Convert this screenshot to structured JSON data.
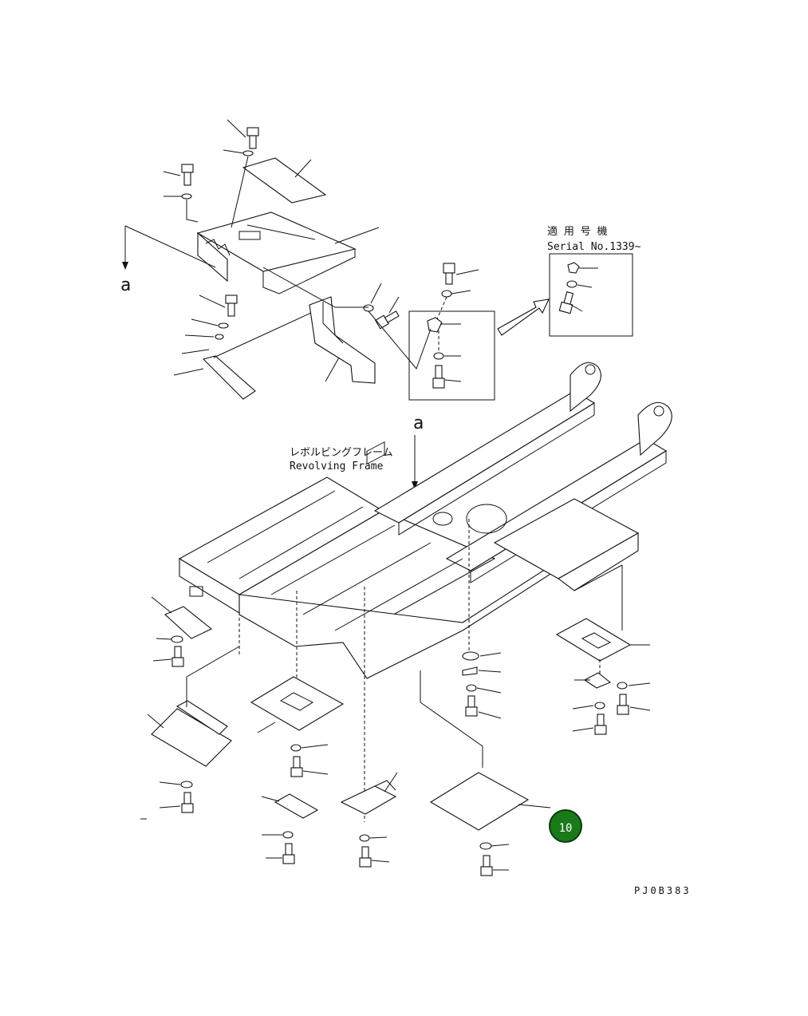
{
  "labels": {
    "view_marker_top": "a",
    "view_marker_mid": "a",
    "applicability_jp": "適 用 号 機",
    "applicability_en": "Serial No.1339~",
    "frame_jp": "レボルビングフレーム",
    "frame_en": "Revolving Frame",
    "drawing_code": "PJ0B383"
  },
  "callout": {
    "number": "10",
    "color": "#1a7a1a",
    "border_color": "#0b3d0b"
  }
}
